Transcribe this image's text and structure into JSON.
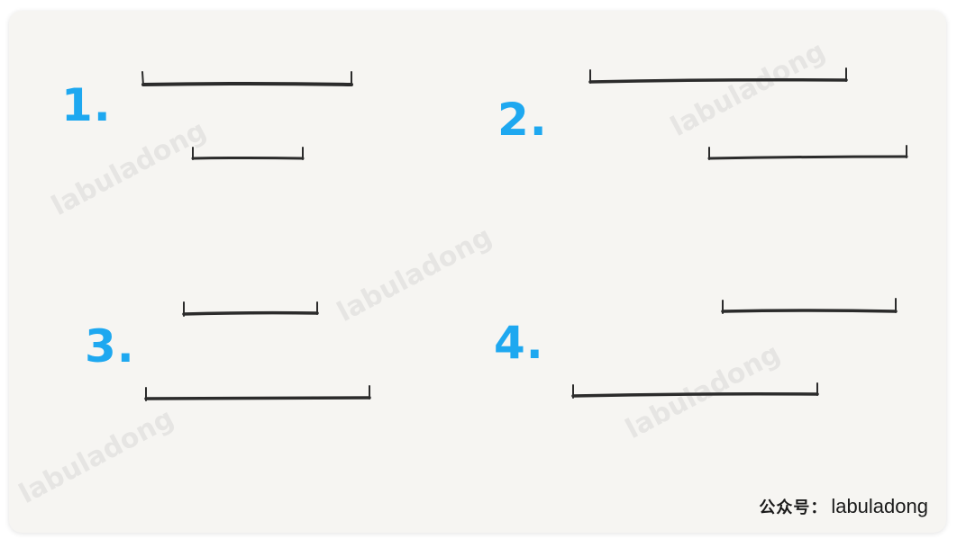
{
  "figure": {
    "cases": [
      {
        "label": "1."
      },
      {
        "label": "2."
      },
      {
        "label": "3."
      },
      {
        "label": "4."
      }
    ],
    "watermark": "labuladong",
    "footer": {
      "prefix": "公众号：",
      "name": "labuladong"
    },
    "colors": {
      "number": "#1ea8f0",
      "segment": "#2b2b2b",
      "background": "#f6f5f2"
    }
  }
}
